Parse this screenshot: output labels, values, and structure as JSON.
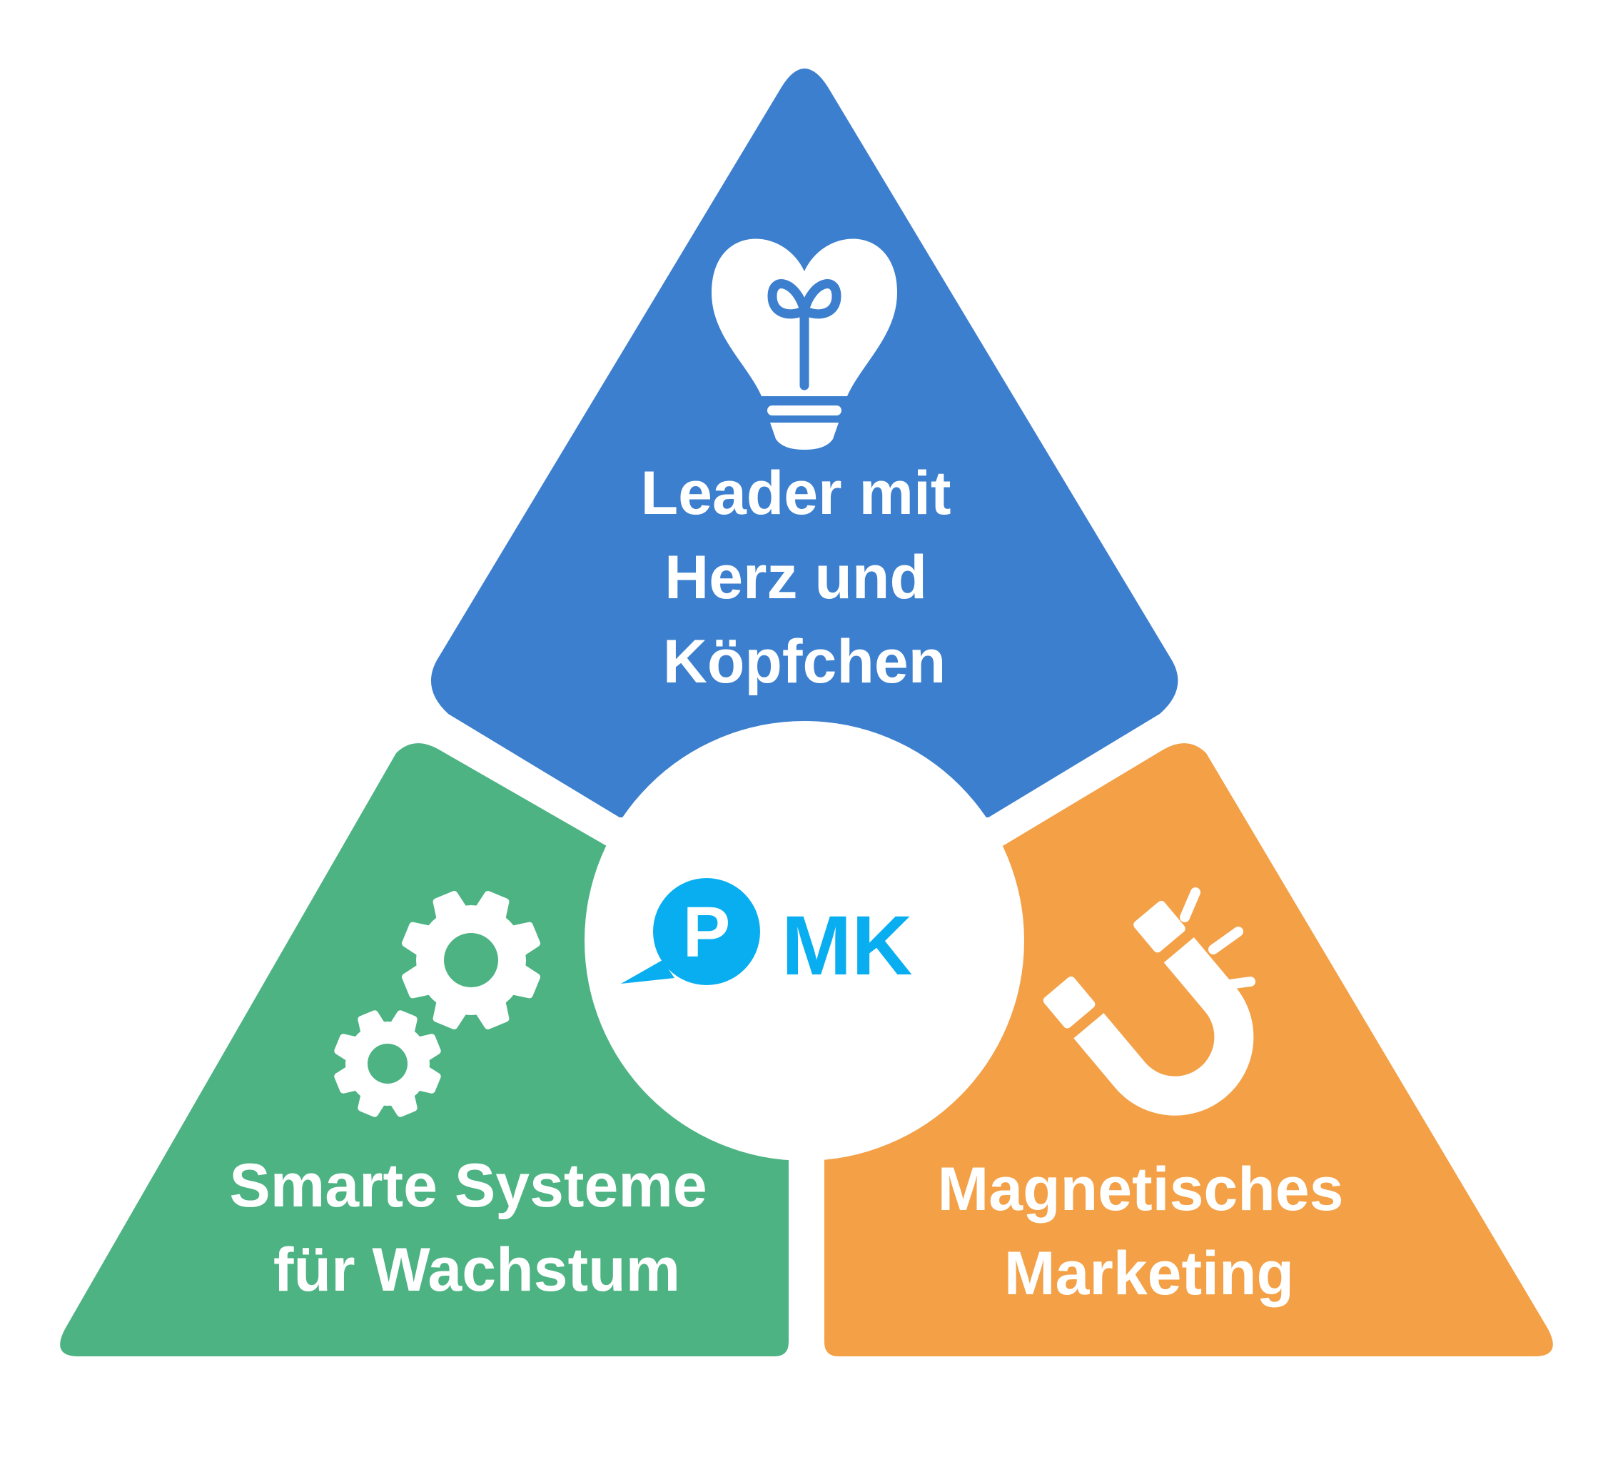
{
  "segments": {
    "top": {
      "lines": [
        "Leader mit",
        "Herz und",
        "Köpfchen"
      ],
      "icon": "heart-lightbulb-sprout-icon",
      "color": "#3C7FCE"
    },
    "left": {
      "lines": [
        "Smarte Systeme",
        "für Wachstum"
      ],
      "icon": "gears-icon",
      "color": "#4DB383"
    },
    "right": {
      "lines": [
        "Magnetisches",
        "Marketing"
      ],
      "icon": "magnet-icon",
      "color": "#F3A046"
    }
  },
  "center_logo": {
    "bubble_letter": "P",
    "text": "MK",
    "color": "#08AEEF"
  }
}
